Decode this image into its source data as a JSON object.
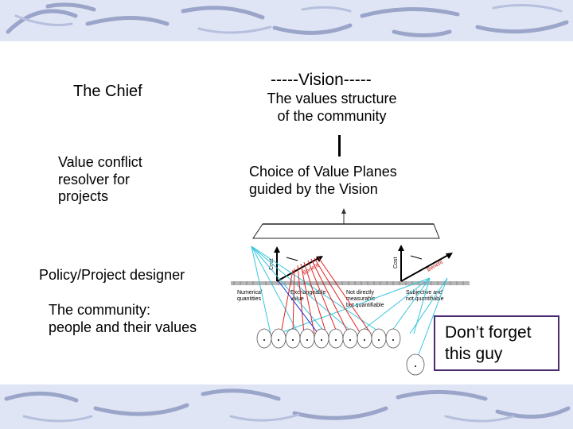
{
  "chief": {
    "title": "The Chief",
    "role": "Value conflict\nresolver for\nprojects"
  },
  "vision": {
    "title": "-----Vision-----",
    "subtitle": "The values structure\nof the community"
  },
  "choice": {
    "text": "Choice of Value Planes\nguided by the Vision"
  },
  "policy": {
    "text": "Policy/Project designer"
  },
  "community": {
    "text": "The community:\npeople and their values"
  },
  "callout": {
    "text": "Don’t forget\nthis guy"
  },
  "diagram": {
    "left_axis": {
      "vertical": "Cost",
      "diagonal": "Benefit"
    },
    "right_axis": {
      "vertical": "Cost",
      "diagonal": "Benefit"
    },
    "categories": [
      "Numerical\nquantities",
      "Exchangeable\nvalue",
      "Not directly\nmeasurable\nbut quantifiable",
      "Subjective and\nnot quantifiable"
    ],
    "colors": {
      "red": "#e32020",
      "cyan": "#38c6dc",
      "blue": "#1c2fd8",
      "callout_border": "#4a2a70"
    }
  }
}
